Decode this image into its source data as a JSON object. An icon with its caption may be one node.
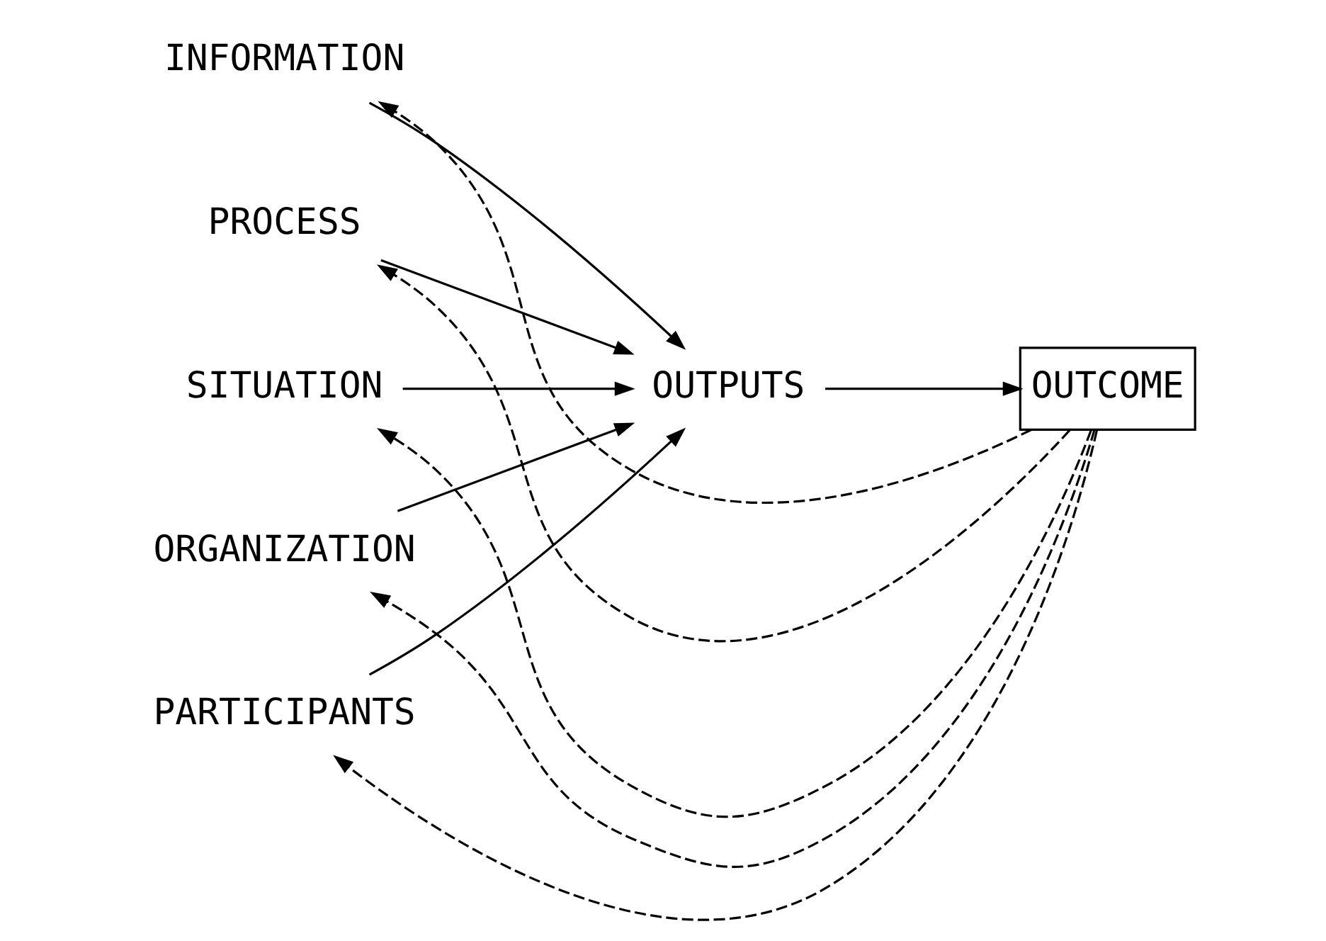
{
  "diagram": {
    "nodes": [
      {
        "text": [
          "INFORMATION"
        ]
      },
      {
        "text": [
          "PROCESS"
        ]
      },
      {
        "text": [
          "SITUATION"
        ]
      },
      {
        "text": [
          "ORGANIZATION"
        ]
      },
      {
        "text": [
          "PARTICIPANTS"
        ]
      },
      {
        "text": [
          "OUTPUTS"
        ]
      },
      {
        "text": [
          "OUTCOME"
        ]
      }
    ],
    "edges": [
      {
        "from": 0,
        "to": 5,
        "arrow": "to"
      },
      {
        "from": 1,
        "to": 5,
        "arrow": "to"
      },
      {
        "from": 2,
        "to": 5,
        "arrow": "to"
      },
      {
        "from": 3,
        "to": 5,
        "arrow": "to"
      },
      {
        "from": 4,
        "to": 5,
        "arrow": "to"
      },
      {
        "from": 5,
        "to": 6,
        "arrow": "to"
      },
      {
        "from": 6,
        "to": 0,
        "arrow": "to",
        "style": "dashed"
      },
      {
        "from": 6,
        "to": 1,
        "arrow": "to",
        "style": "dashed"
      },
      {
        "from": 6,
        "to": 2,
        "arrow": "to",
        "style": "dashed"
      },
      {
        "from": 6,
        "to": 3,
        "arrow": "to",
        "style": "dashed"
      },
      {
        "from": 6,
        "to": 4,
        "arrow": "to",
        "style": "dashed"
      }
    ]
  }
}
